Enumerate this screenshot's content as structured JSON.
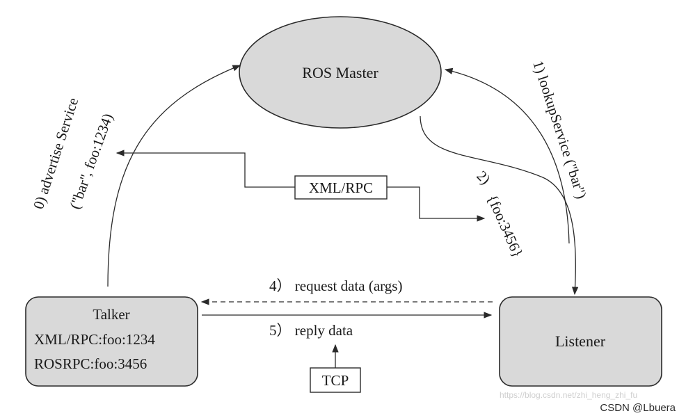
{
  "nodes": {
    "master": {
      "label": "ROS Master"
    },
    "talker": {
      "title": "Talker",
      "line1": "XML/RPC:foo:1234",
      "line2": "ROSRPC:foo:3456"
    },
    "listener": {
      "label": "Listener"
    }
  },
  "boxes": {
    "xmlrpc": "XML/RPC",
    "tcp": "TCP"
  },
  "edges": {
    "advertise_line1": "0)  advertise Service",
    "advertise_line2": "(\"bar\", foo:1234)",
    "lookup": "1)  lookupService (\"bar\")",
    "reply_num": "2)",
    "reply_addr": "{foo:3456}",
    "request": "4） request data (args)",
    "reply_data": "5） reply data"
  },
  "watermark": {
    "url": "https://blog.csdn.net/zhi_heng_zhi_fu",
    "credit": "CSDN @Lbuera"
  },
  "colors": {
    "node_fill": "#d9d9d9",
    "stroke": "#2a2a2a",
    "background": "#ffffff"
  }
}
